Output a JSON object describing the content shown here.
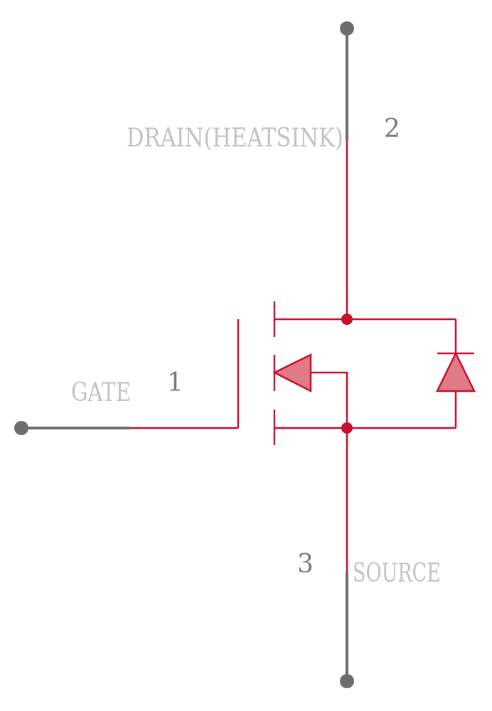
{
  "pins": {
    "drain": {
      "name": "DRAIN(HEATSINK)",
      "number": "2"
    },
    "gate": {
      "name": "GATE",
      "number": "1"
    },
    "source": {
      "name": "SOURCE",
      "number": "3"
    }
  },
  "colors": {
    "body": "#c8102e",
    "fill": "#e07a87",
    "pin": "#6d6d6d",
    "pin_name": "#c3c3c3",
    "pin_number": "#7a7a7a",
    "background": "#ffffff"
  }
}
